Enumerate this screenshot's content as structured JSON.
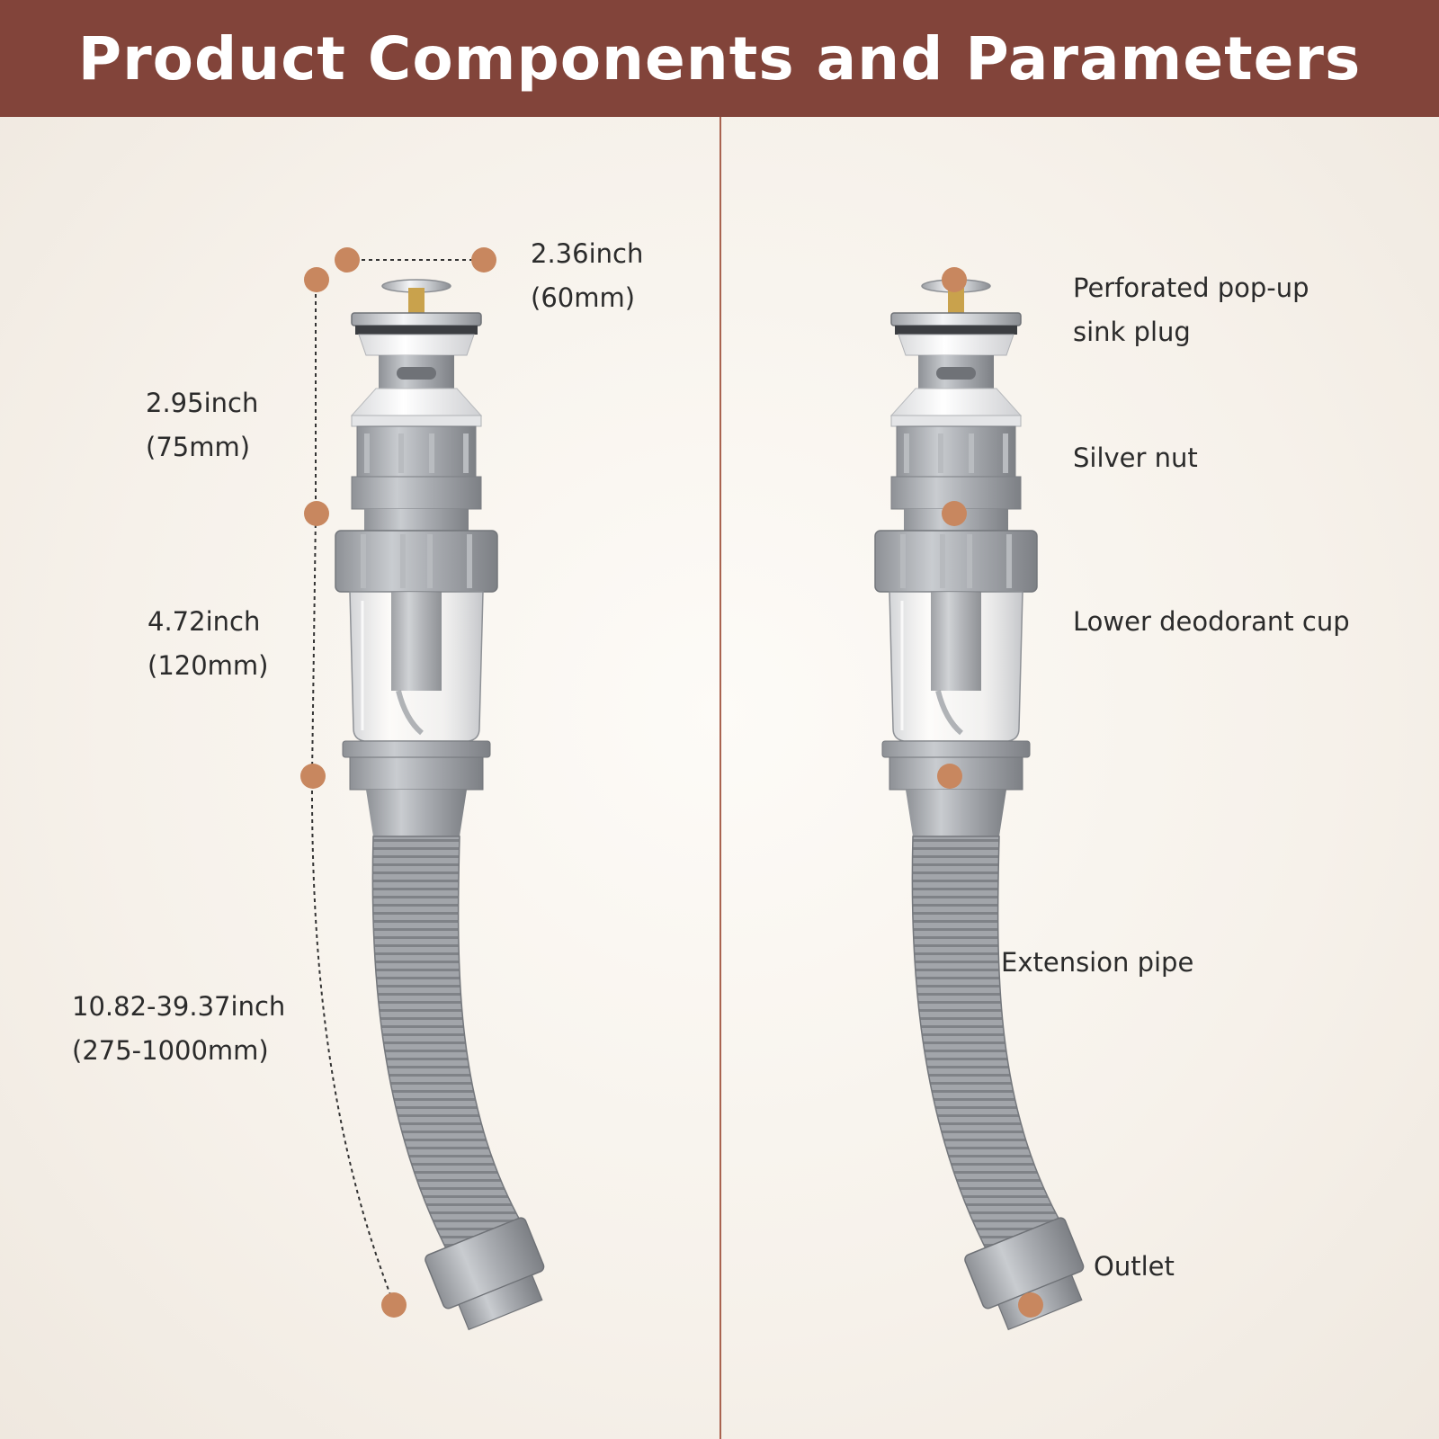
{
  "header": {
    "title": "Product Components and Parameters"
  },
  "dimensions": {
    "plug_width": {
      "inch": "2.36inch",
      "mm": "(60mm)"
    },
    "upper_height": {
      "inch": "2.95inch",
      "mm": "(75mm)"
    },
    "cup_height": {
      "inch": "4.72inch",
      "mm": "(120mm)"
    },
    "pipe_length": {
      "inch": "10.82-39.37inch",
      "mm": "(275-1000mm)"
    }
  },
  "components": {
    "plug": {
      "line1": "Perforated pop-up",
      "line2": "sink plug"
    },
    "nut": "Silver nut",
    "cup": "Lower deodorant cup",
    "pipe": "Extension pipe",
    "outlet": "Outlet"
  },
  "colors": {
    "header_bg": "#82443a",
    "marker": "#c8875f",
    "divider": "#a9634f",
    "pipe_gray": "#9a9da2"
  }
}
